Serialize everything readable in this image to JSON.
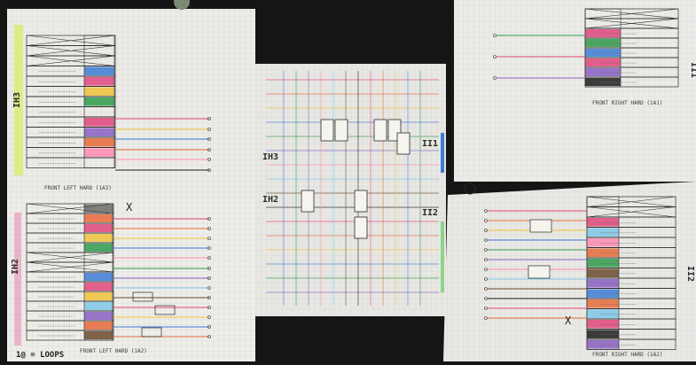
{
  "labels": {
    "tl_connector": "IH3",
    "ml_connector": "IH2",
    "center_ih3": "IH3",
    "center_ih2": "IH2",
    "center_ii1": "II1",
    "center_ii2": "II2",
    "right_connector_top": "II1",
    "right_connector_bottom": "II2",
    "tl_caption": "FRONT LEFT HARD (1A3)",
    "ml_caption": "FRONT LEFT HARD (1A2)",
    "rb_caption": "FRONT RIGHT HARD (1A2)",
    "rt_caption": "FRONT RIGHT HARD (1A1)",
    "legend": "1@ = LOOPS",
    "x_mark_left": "X",
    "x_mark_right": "X"
  },
  "colors": {
    "paper": "#ecebe6",
    "paper_shadow": "#d8d6cf",
    "grid": "#c9d3da",
    "ink": "#2a2a2a",
    "background": "#151515",
    "wires": [
      "#e0457b",
      "#e86a3a",
      "#f0c23a",
      "#3d7bd6",
      "#2f9a4a",
      "#8a5fc4",
      "#6b4a2b",
      "#1d1d1d",
      "#ff8ab0",
      "#7fc7e8"
    ]
  }
}
